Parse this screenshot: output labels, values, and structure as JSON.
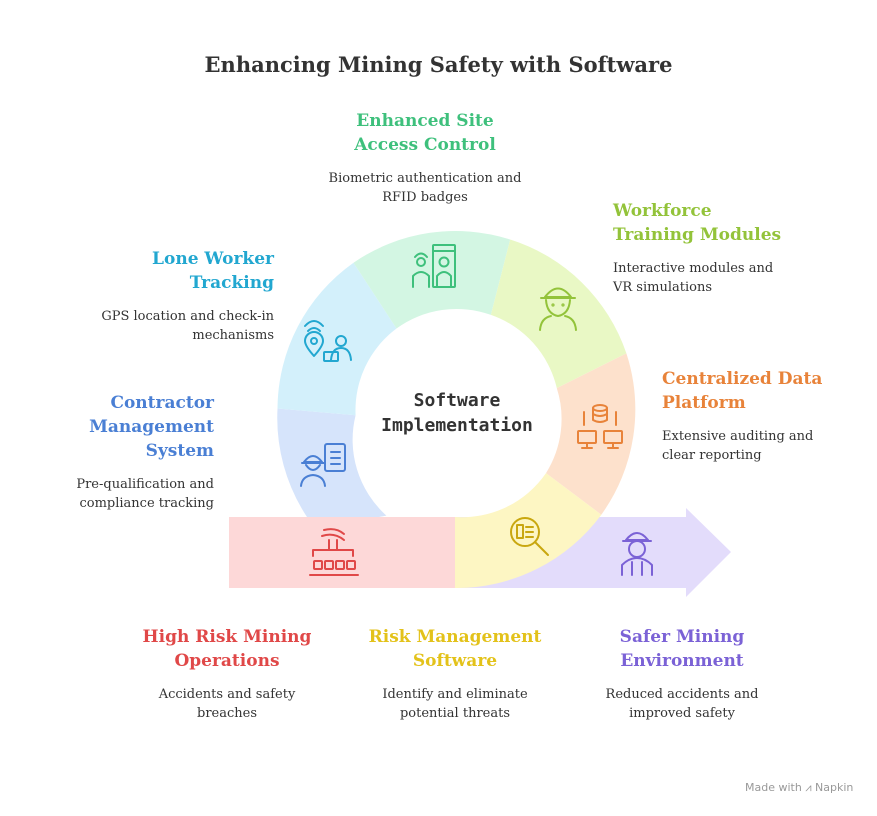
{
  "title": "Enhancing Mining Safety with Software",
  "center": {
    "line1": "Software",
    "line2": "Implementation"
  },
  "segments": [
    {
      "id": "access",
      "heading": [
        "Enhanced Site",
        "Access Control"
      ],
      "desc": [
        "Biometric authentication and",
        "RFID badges"
      ],
      "color": "#3ec07c",
      "icon": "access-gate-icon"
    },
    {
      "id": "training",
      "heading": [
        "Workforce",
        "Training Modules"
      ],
      "desc": [
        "Interactive modules and",
        "VR simulations"
      ],
      "color": "#93c33a",
      "icon": "hardhat-worker-icon"
    },
    {
      "id": "data",
      "heading": [
        "Centralized Data",
        "Platform"
      ],
      "desc": [
        "Extensive auditing and",
        "clear reporting"
      ],
      "color": "#e8833a",
      "icon": "database-network-icon"
    },
    {
      "id": "lone",
      "heading": [
        "Lone Worker",
        "Tracking"
      ],
      "desc": [
        "GPS location and check-in",
        "mechanisms"
      ],
      "color": "#22a7d0",
      "icon": "gps-tracking-icon"
    },
    {
      "id": "contractor",
      "heading": [
        "Contractor",
        "Management",
        "System"
      ],
      "desc": [
        "Pre-qualification and",
        "compliance tracking"
      ],
      "color": "#4a7fd4",
      "icon": "contractor-checklist-icon"
    },
    {
      "id": "highrisk",
      "heading": [
        "High Risk Mining",
        "Operations"
      ],
      "desc": [
        "Accidents and safety",
        "breaches"
      ],
      "color": "#e04848",
      "icon": "mining-drill-icon"
    },
    {
      "id": "riskmgmt",
      "heading": [
        "Risk Management",
        "Software"
      ],
      "desc": [
        "Identify and eliminate",
        "potential threats"
      ],
      "color": "#e3c21a",
      "icon": "magnify-report-icon"
    },
    {
      "id": "safer",
      "heading": [
        "Safer Mining",
        "Environment"
      ],
      "desc": [
        "Reduced accidents and",
        "improved safety"
      ],
      "color": "#7b62d6",
      "icon": "safe-worker-icon"
    }
  ],
  "footer": {
    "made_with": "Made with",
    "brand": "Napkin"
  }
}
